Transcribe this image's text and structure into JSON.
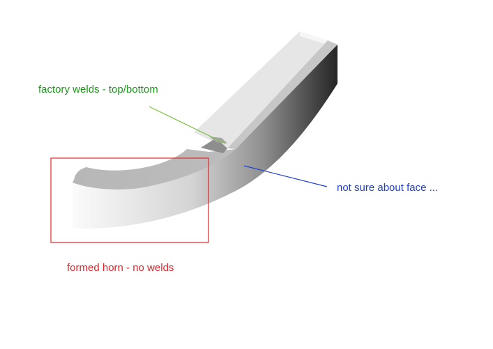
{
  "annotations": {
    "factory_welds": {
      "text": "factory welds - top/bottom",
      "color": "#1a9a1a"
    },
    "face": {
      "text": "not sure about face ...",
      "color": "#1f3fcf"
    },
    "formed_horn": {
      "text": "formed horn - no welds",
      "color": "#e3262b"
    }
  },
  "colors": {
    "leader_green": "#7cc243",
    "leader_blue": "#1f3fcf",
    "highlight_box": "#e3262b"
  }
}
